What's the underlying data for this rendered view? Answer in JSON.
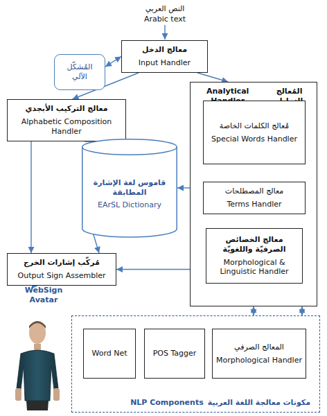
{
  "diagram": {
    "nodes": [
      {
        "text": [
          "معالج الدخل",
          "Input Handler"
        ]
      },
      {
        "text": [
          "المُشكّل الآلي"
        ]
      },
      {
        "text": [
          "معالج التركيب الأبجدي",
          "Alphabetic Composition Handler"
        ]
      },
      {
        "text": [
          "المُعالج التحليل",
          "Analytical Handler"
        ]
      },
      {
        "text": [
          "مُعالج الكلمات الخاصة",
          "Special Words Handler"
        ],
        "in": 3
      },
      {
        "text": [
          "معالج المصطلحات",
          "Terms Handler"
        ],
        "in": 3
      },
      {
        "text": [
          "معالج الخصائص الصرفيّة واللغويّة",
          "Morphological & Linguistic Handler"
        ],
        "in": 3
      },
      {
        "text": [
          "قاموس لغة الإشارة المطابقة",
          "EArSL Dictionary"
        ]
      },
      {
        "text": [
          "مُركّب إشارات الخرج",
          "Output Sign Assembler"
        ]
      },
      {
        "text": [
          "WebSign Avatar"
        ]
      },
      {
        "text": [
          "مكونات معالجة اللغة العربية",
          "NLP Components"
        ]
      },
      {
        "text": [
          "Word Net"
        ],
        "in": 10
      },
      {
        "text": [
          "POS Tagger"
        ],
        "in": 10
      },
      {
        "text": [
          "المعالج الصرفي",
          "Morphological Handler"
        ],
        "in": 10
      }
    ],
    "edges": [
      {
        "from": 0,
        "to": 1,
        "arrow": "both"
      },
      {
        "from": 0,
        "to": 2,
        "arrow": "to"
      },
      {
        "from": 0,
        "to": 3,
        "arrow": "to"
      },
      {
        "from": 2,
        "to": 7,
        "arrow": "to"
      },
      {
        "from": 2,
        "to": 8,
        "arrow": "to"
      },
      {
        "from": 3,
        "to": 7,
        "arrow": "to"
      },
      {
        "from": 4,
        "to": 5,
        "arrow": "to"
      },
      {
        "from": 5,
        "to": 6,
        "arrow": "to"
      },
      {
        "from": 7,
        "to": 8,
        "arrow": "to"
      },
      {
        "from": 3,
        "to": 8,
        "arrow": "to"
      },
      {
        "from": 8,
        "to": 9,
        "arrow": "to"
      },
      {
        "from": 3,
        "to": 10,
        "arrow": "both"
      },
      {
        "from": 3,
        "to": 10,
        "arrow": "both"
      }
    ],
    "labels": [
      "النص العربي",
      "Arabic text"
    ]
  }
}
